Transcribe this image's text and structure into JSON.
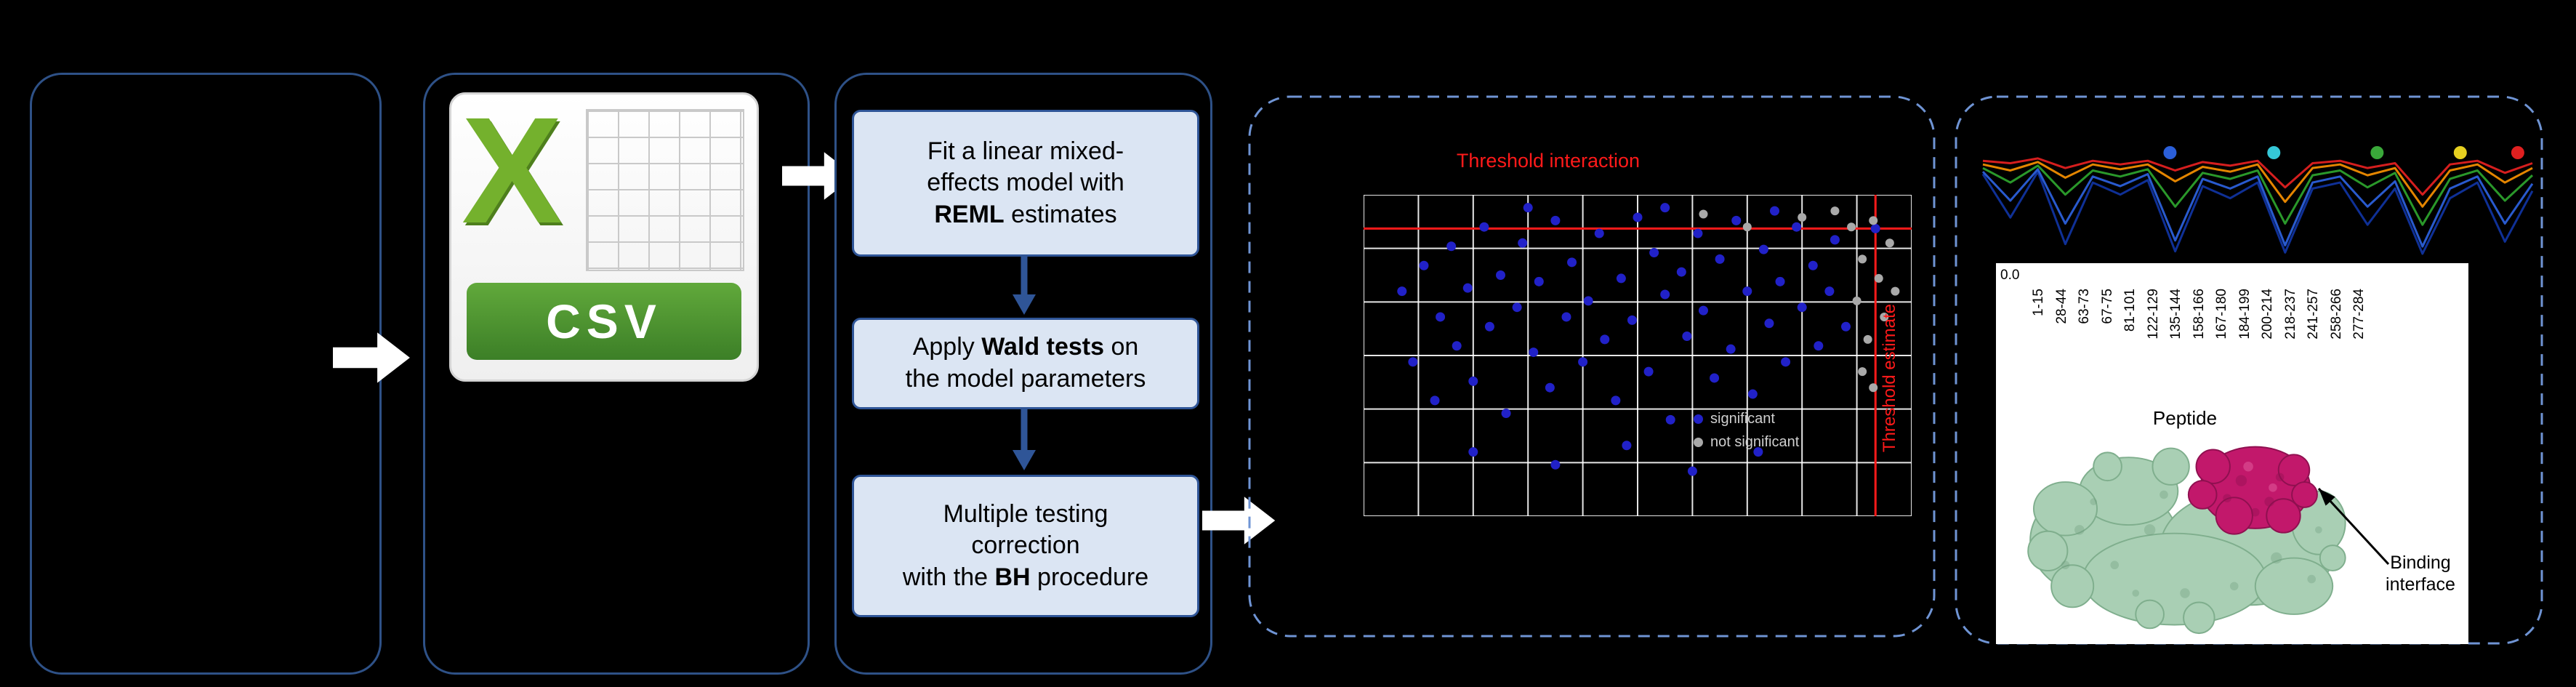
{
  "workflow": {
    "csv": {
      "letter": "X",
      "label": "CSV"
    },
    "step1": {
      "l1": "Fit a linear mixed-",
      "l2": "effects model with",
      "l3b": "REML",
      "l3r": " estimates"
    },
    "step2": {
      "l1a": "Apply ",
      "l1b": "Wald tests",
      "l1c": " on",
      "l2": "the model parameters"
    },
    "step3": {
      "l1": "Multiple testing",
      "l2": "correction",
      "l3a": "with the ",
      "l3b": "BH",
      "l3c": " procedure"
    }
  },
  "annotations": {
    "binding_l1": "Binding",
    "binding_l2": "interface"
  },
  "chart_data": [
    {
      "type": "scatter",
      "title": "Threshold interaction",
      "x_threshold_label": "Threshold estimate",
      "thresholds": {
        "x_frac": 0.934,
        "y_frac": 0.105
      },
      "grid": {
        "v_lines": 11,
        "h_lines": 7,
        "color": "#ffffff"
      },
      "legend": [
        {
          "label": "significant",
          "color": "#2121c8"
        },
        {
          "label": "not significant",
          "color": "#a9a9a9"
        }
      ],
      "series": [
        {
          "name": "significant",
          "color": "#2121c8",
          "marker_r": 6.5,
          "points": [
            [
              0.07,
              0.3
            ],
            [
              0.09,
              0.52
            ],
            [
              0.11,
              0.22
            ],
            [
              0.13,
              0.64
            ],
            [
              0.14,
              0.38
            ],
            [
              0.16,
              0.16
            ],
            [
              0.17,
              0.47
            ],
            [
              0.19,
              0.29
            ],
            [
              0.2,
              0.58
            ],
            [
              0.22,
              0.1
            ],
            [
              0.23,
              0.41
            ],
            [
              0.25,
              0.25
            ],
            [
              0.26,
              0.68
            ],
            [
              0.28,
              0.35
            ],
            [
              0.29,
              0.15
            ],
            [
              0.31,
              0.49
            ],
            [
              0.32,
              0.27
            ],
            [
              0.34,
              0.6
            ],
            [
              0.35,
              0.08
            ],
            [
              0.37,
              0.38
            ],
            [
              0.38,
              0.21
            ],
            [
              0.4,
              0.52
            ],
            [
              0.41,
              0.33
            ],
            [
              0.43,
              0.12
            ],
            [
              0.44,
              0.45
            ],
            [
              0.46,
              0.64
            ],
            [
              0.47,
              0.26
            ],
            [
              0.49,
              0.39
            ],
            [
              0.5,
              0.07
            ],
            [
              0.52,
              0.55
            ],
            [
              0.53,
              0.18
            ],
            [
              0.55,
              0.31
            ],
            [
              0.56,
              0.7
            ],
            [
              0.58,
              0.24
            ],
            [
              0.59,
              0.44
            ],
            [
              0.61,
              0.12
            ],
            [
              0.62,
              0.36
            ],
            [
              0.64,
              0.57
            ],
            [
              0.65,
              0.2
            ],
            [
              0.67,
              0.48
            ],
            [
              0.68,
              0.08
            ],
            [
              0.7,
              0.3
            ],
            [
              0.71,
              0.62
            ],
            [
              0.73,
              0.17
            ],
            [
              0.74,
              0.4
            ],
            [
              0.76,
              0.27
            ],
            [
              0.77,
              0.52
            ],
            [
              0.79,
              0.1
            ],
            [
              0.8,
              0.35
            ],
            [
              0.82,
              0.22
            ],
            [
              0.83,
              0.47
            ],
            [
              0.85,
              0.3
            ],
            [
              0.86,
              0.14
            ],
            [
              0.88,
              0.41
            ],
            [
              0.2,
              0.8
            ],
            [
              0.35,
              0.84
            ],
            [
              0.48,
              0.78
            ],
            [
              0.6,
              0.86
            ],
            [
              0.72,
              0.8
            ],
            [
              0.3,
              0.04
            ],
            [
              0.55,
              0.04
            ],
            [
              0.75,
              0.05
            ],
            [
              0.934,
              0.105
            ]
          ]
        },
        {
          "name": "not significant",
          "color": "#a9a9a9",
          "marker_r": 6,
          "points": [
            [
              0.89,
              0.1
            ],
            [
              0.91,
              0.2
            ],
            [
              0.9,
              0.33
            ],
            [
              0.92,
              0.45
            ],
            [
              0.93,
              0.08
            ],
            [
              0.94,
              0.26
            ],
            [
              0.95,
              0.38
            ],
            [
              0.91,
              0.55
            ],
            [
              0.96,
              0.15
            ],
            [
              0.93,
              0.6
            ],
            [
              0.62,
              0.06
            ],
            [
              0.7,
              0.1
            ],
            [
              0.8,
              0.07
            ],
            [
              0.86,
              0.05
            ],
            [
              0.97,
              0.3
            ]
          ]
        }
      ]
    },
    {
      "type": "line",
      "ytick_label": "0.0",
      "xlabel": "Peptide",
      "categories": [
        "1-15",
        "28-44",
        "63-73",
        "67-75",
        "81-101",
        "122-129",
        "135-144",
        "158-166",
        "167-180",
        "184-199",
        "200-214",
        "218-237",
        "241-257",
        "258-266",
        "277-284"
      ],
      "series": [
        {
          "name": "series-red",
          "color": "#e02020",
          "values": [
            0.8,
            0.78,
            0.82,
            0.74,
            0.8,
            0.77,
            0.8,
            0.72,
            0.79,
            0.76,
            0.8,
            0.58,
            0.78,
            0.8,
            0.74,
            0.78,
            0.52,
            0.77,
            0.8,
            0.7,
            0.78
          ]
        },
        {
          "name": "series-orange",
          "color": "#f08c00",
          "values": [
            0.77,
            0.72,
            0.79,
            0.66,
            0.77,
            0.73,
            0.77,
            0.63,
            0.75,
            0.71,
            0.77,
            0.46,
            0.74,
            0.77,
            0.68,
            0.74,
            0.42,
            0.72,
            0.77,
            0.62,
            0.74
          ]
        },
        {
          "name": "series-green",
          "color": "#2ca02c",
          "values": [
            0.74,
            0.62,
            0.76,
            0.52,
            0.72,
            0.67,
            0.73,
            0.42,
            0.7,
            0.65,
            0.72,
            0.28,
            0.68,
            0.72,
            0.58,
            0.7,
            0.27,
            0.65,
            0.72,
            0.47,
            0.68
          ]
        },
        {
          "name": "series-blue",
          "color": "#2b5fd9",
          "values": [
            0.71,
            0.47,
            0.73,
            0.28,
            0.67,
            0.59,
            0.69,
            0.14,
            0.65,
            0.57,
            0.67,
            0.1,
            0.62,
            0.67,
            0.42,
            0.63,
            0.09,
            0.57,
            0.67,
            0.28,
            0.61
          ]
        },
        {
          "name": "series-navy",
          "color": "#10339e",
          "values": [
            0.69,
            0.33,
            0.71,
            0.11,
            0.62,
            0.52,
            0.64,
            0.05,
            0.59,
            0.49,
            0.62,
            0.04,
            0.57,
            0.62,
            0.27,
            0.57,
            0.03,
            0.49,
            0.62,
            0.13,
            0.55
          ]
        }
      ],
      "top_markers": [
        {
          "color": "#2b5fd9",
          "x_frac": 0.343
        },
        {
          "color": "#35c8d8",
          "x_frac": 0.529
        },
        {
          "color": "#3aa83a",
          "x_frac": 0.714
        },
        {
          "color": "#e6d020",
          "x_frac": 0.863
        },
        {
          "color": "#e02020",
          "x_frac": 0.966
        }
      ]
    }
  ]
}
